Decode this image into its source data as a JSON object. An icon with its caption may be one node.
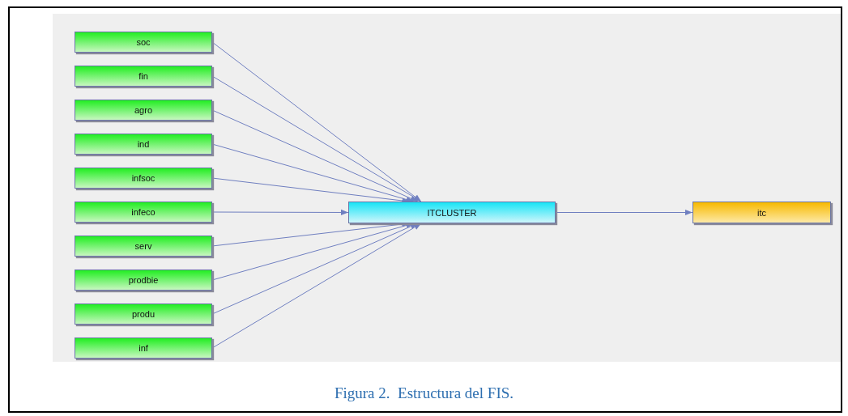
{
  "diagram": {
    "caption": "Figura 2.  Estructura del FIS.",
    "nodes": [
      {
        "text": [
          "soc"
        ]
      },
      {
        "text": [
          "fin"
        ]
      },
      {
        "text": [
          "agro"
        ]
      },
      {
        "text": [
          "ind"
        ]
      },
      {
        "text": [
          "infsoc"
        ]
      },
      {
        "text": [
          "infeco"
        ]
      },
      {
        "text": [
          "serv"
        ]
      },
      {
        "text": [
          "prodbie"
        ]
      },
      {
        "text": [
          "produ"
        ]
      },
      {
        "text": [
          "inf"
        ]
      },
      {
        "text": [
          "ITCLUSTER"
        ]
      },
      {
        "text": [
          "itc"
        ]
      }
    ],
    "edges": [
      {
        "from": 0,
        "to": 10,
        "arrow": "to"
      },
      {
        "from": 1,
        "to": 10,
        "arrow": "to"
      },
      {
        "from": 2,
        "to": 10,
        "arrow": "to"
      },
      {
        "from": 3,
        "to": 10,
        "arrow": "to"
      },
      {
        "from": 4,
        "to": 10,
        "arrow": "to"
      },
      {
        "from": 5,
        "to": 10,
        "arrow": "to"
      },
      {
        "from": 6,
        "to": 10,
        "arrow": "to"
      },
      {
        "from": 7,
        "to": 10,
        "arrow": "to"
      },
      {
        "from": 8,
        "to": 10,
        "arrow": "to"
      },
      {
        "from": 9,
        "to": 10,
        "arrow": "to"
      },
      {
        "from": 10,
        "to": 11,
        "arrow": "to"
      }
    ]
  }
}
